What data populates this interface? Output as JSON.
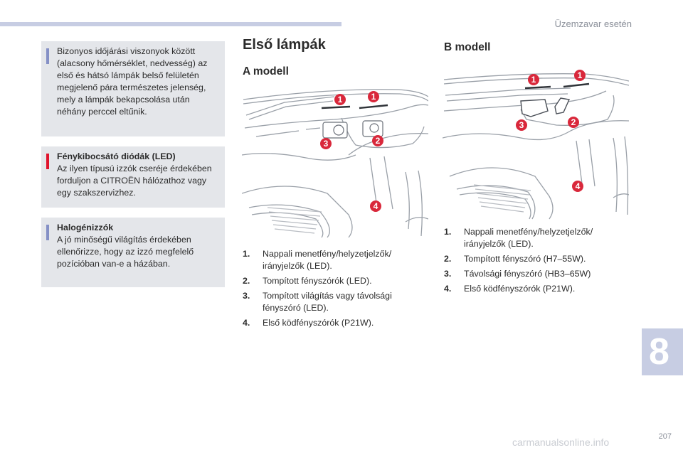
{
  "header": {
    "section": "Üzemzavar esetén"
  },
  "chapter_number": "8",
  "page_number": "207",
  "watermark": "carmanualsonline.info",
  "info_box_1": {
    "text": "Bizonyos időjárási viszonyok között (alacsony hőmérséklet, nedvesség) az első és hátsó lámpák belső felületén megjelenő pára természetes jelenség, mely a lámpák bekapcsolása után néhány perccel eltűnik."
  },
  "warning_box": {
    "title": "Fénykibocsátó diódák (LED)",
    "text": "Az ilyen típusú izzók cseréje érdekében forduljon a CITROËN hálózathoz vagy egy szakszervizhez."
  },
  "info_box_2": {
    "title": "Halogénizzók",
    "text": "A jó minőségű világítás érdekében ellenőrizze, hogy az izzó megfelelő pozícióban van-e a házában."
  },
  "main_title": "Első lámpák",
  "model_a": {
    "title": "A modell",
    "callouts": [
      "1",
      "1",
      "2",
      "3",
      "4"
    ],
    "items": [
      {
        "num": "1.",
        "text": "Nappali menetfény/helyzetjelzők/ irányjelzők (LED)."
      },
      {
        "num": "2.",
        "text": "Tompított fényszórók (LED)."
      },
      {
        "num": "3.",
        "text": "Tompított világítás vagy távolsági fényszóró (LED)."
      },
      {
        "num": "4.",
        "text": "Első ködfényszórók (P21W)."
      }
    ]
  },
  "model_b": {
    "title": "B modell",
    "callouts": [
      "1",
      "1",
      "2",
      "3",
      "4"
    ],
    "items": [
      {
        "num": "1.",
        "text": "Nappali menetfény/helyzetjelzők/ irányjelzők (LED)."
      },
      {
        "num": "2.",
        "text": "Tompított fényszóró (H7–55W)."
      },
      {
        "num": "3.",
        "text": "Távolsági fényszóró (HB3–65W)"
      },
      {
        "num": "4.",
        "text": "Első ködfényszórók (P21W)."
      }
    ]
  },
  "colors": {
    "accent": "#c7cde3",
    "info": "#8590c6",
    "warning": "#e0142d",
    "callout": "#d9283b",
    "box_bg": "#e4e6ea"
  }
}
